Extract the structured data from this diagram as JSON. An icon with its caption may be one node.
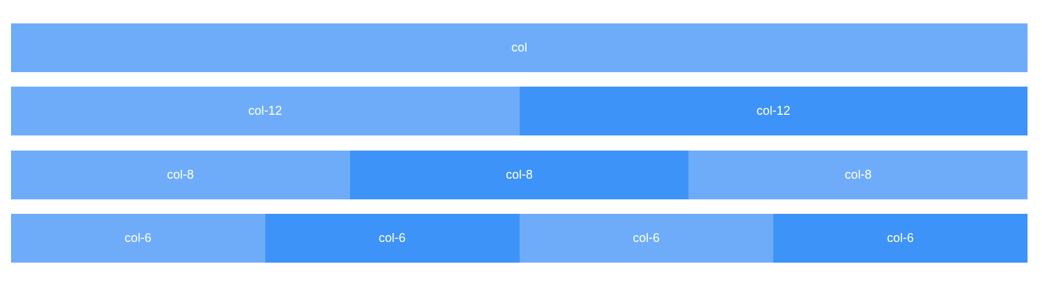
{
  "diagram": {
    "nodes": [
      {
        "text": [
          "col"
        ]
      },
      {
        "text": [
          "col-12"
        ]
      },
      {
        "text": [
          "col-12"
        ]
      },
      {
        "text": [
          "col-8"
        ]
      },
      {
        "text": [
          "col-8"
        ]
      },
      {
        "text": [
          "col-8"
        ]
      },
      {
        "text": [
          "col-6"
        ]
      },
      {
        "text": [
          "col-6"
        ]
      },
      {
        "text": [
          "col-6"
        ]
      },
      {
        "text": [
          "col-6"
        ]
      }
    ]
  }
}
